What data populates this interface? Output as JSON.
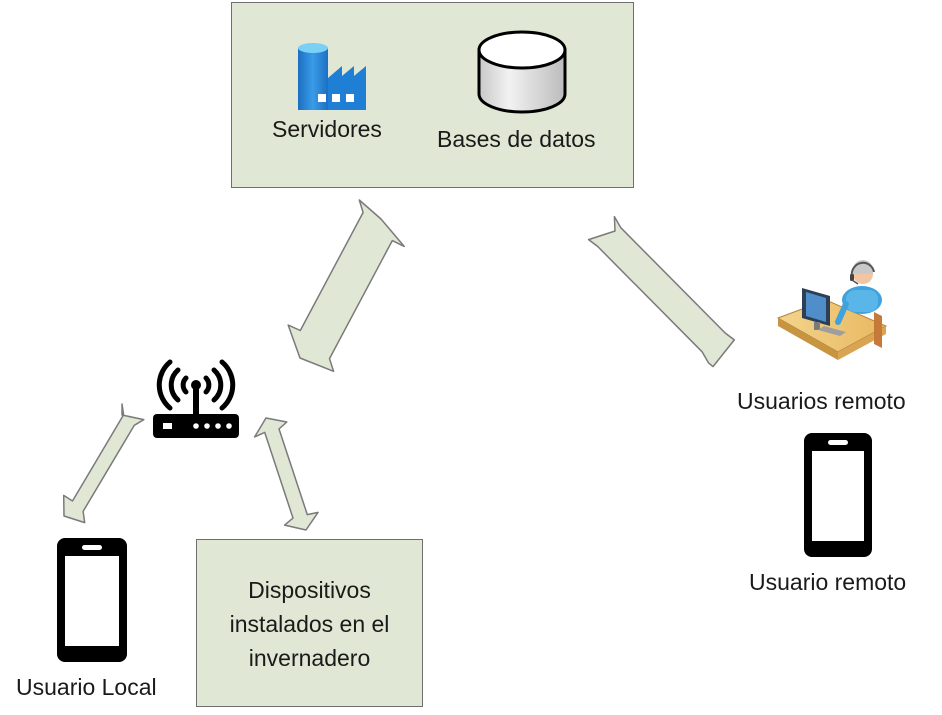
{
  "server_box": {
    "servers_label": "Servidores",
    "databases_label": "Bases de datos"
  },
  "router": {
    "icon": "wifi-router-icon"
  },
  "local_user": {
    "label": "Usuario Local",
    "icon": "smartphone-icon"
  },
  "devices_box": {
    "lines": [
      "Dispositivos",
      "instalados en el",
      "invernadero"
    ]
  },
  "remote_users_operator": {
    "label": "Usuarios remoto",
    "icon": "operator-workstation-icon"
  },
  "remote_user_phone": {
    "label": "Usuario remoto",
    "icon": "smartphone-icon"
  },
  "colors": {
    "box_fill": "#e0e7d4",
    "box_border": "#6f6f6f",
    "arrow_fill": "#e0e7d4",
    "arrow_stroke": "#7a7a7a",
    "azure_blue": "#1f7fd4",
    "icon_black": "#000000"
  }
}
